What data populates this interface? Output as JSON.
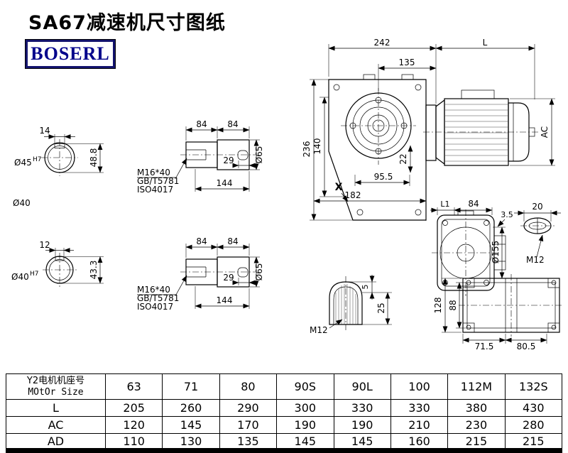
{
  "page": {
    "title": "SA67减速机尺寸图纸",
    "logo": "BOSERL"
  },
  "dims": {
    "hole45": {
      "width": "14",
      "dia": "Ø45",
      "dia_sup": "H7",
      "depth": "48.8",
      "outer": "Ø40"
    },
    "hole40": {
      "width": "12",
      "dia": "Ø40",
      "dia_sup": "H7",
      "depth": "43.3"
    },
    "shaft": {
      "len_a": "84",
      "len_b": "84",
      "key_len": "29",
      "total_len": "144",
      "dia": "Ø65",
      "note1": "M16*40",
      "note2": "GB/T5781",
      "note3": "ISO4017"
    },
    "main": {
      "w242": "242",
      "w135": "135",
      "motor_len": "L",
      "h236": "236",
      "h140": "140",
      "motor_dia": "AC",
      "d22": "22",
      "b955": "95.5",
      "b182": "182",
      "section": "X"
    },
    "side": {
      "l1": "L1",
      "w84": "84",
      "t35": "3.5",
      "w20": "20",
      "dia": "Ø155",
      "thread": "M12"
    },
    "keyview": {
      "d5": "5",
      "d25": "25",
      "thread": "M12"
    },
    "bottom": {
      "h128": "128",
      "h88": "88",
      "a": "71.5",
      "b": "80.5"
    }
  },
  "table": {
    "header": {
      "line1": "Y2电机机座号",
      "line2": "MOtOr Size",
      "sizes": [
        "63",
        "71",
        "80",
        "90S",
        "90L",
        "100",
        "112M",
        "132S"
      ]
    },
    "rows": [
      {
        "label": "L",
        "values": [
          "205",
          "260",
          "290",
          "300",
          "330",
          "330",
          "380",
          "430"
        ]
      },
      {
        "label": "AC",
        "values": [
          "120",
          "145",
          "170",
          "190",
          "190",
          "210",
          "230",
          "280"
        ]
      },
      {
        "label": "AD",
        "values": [
          "110",
          "130",
          "135",
          "145",
          "145",
          "160",
          "215",
          "215"
        ]
      }
    ]
  }
}
